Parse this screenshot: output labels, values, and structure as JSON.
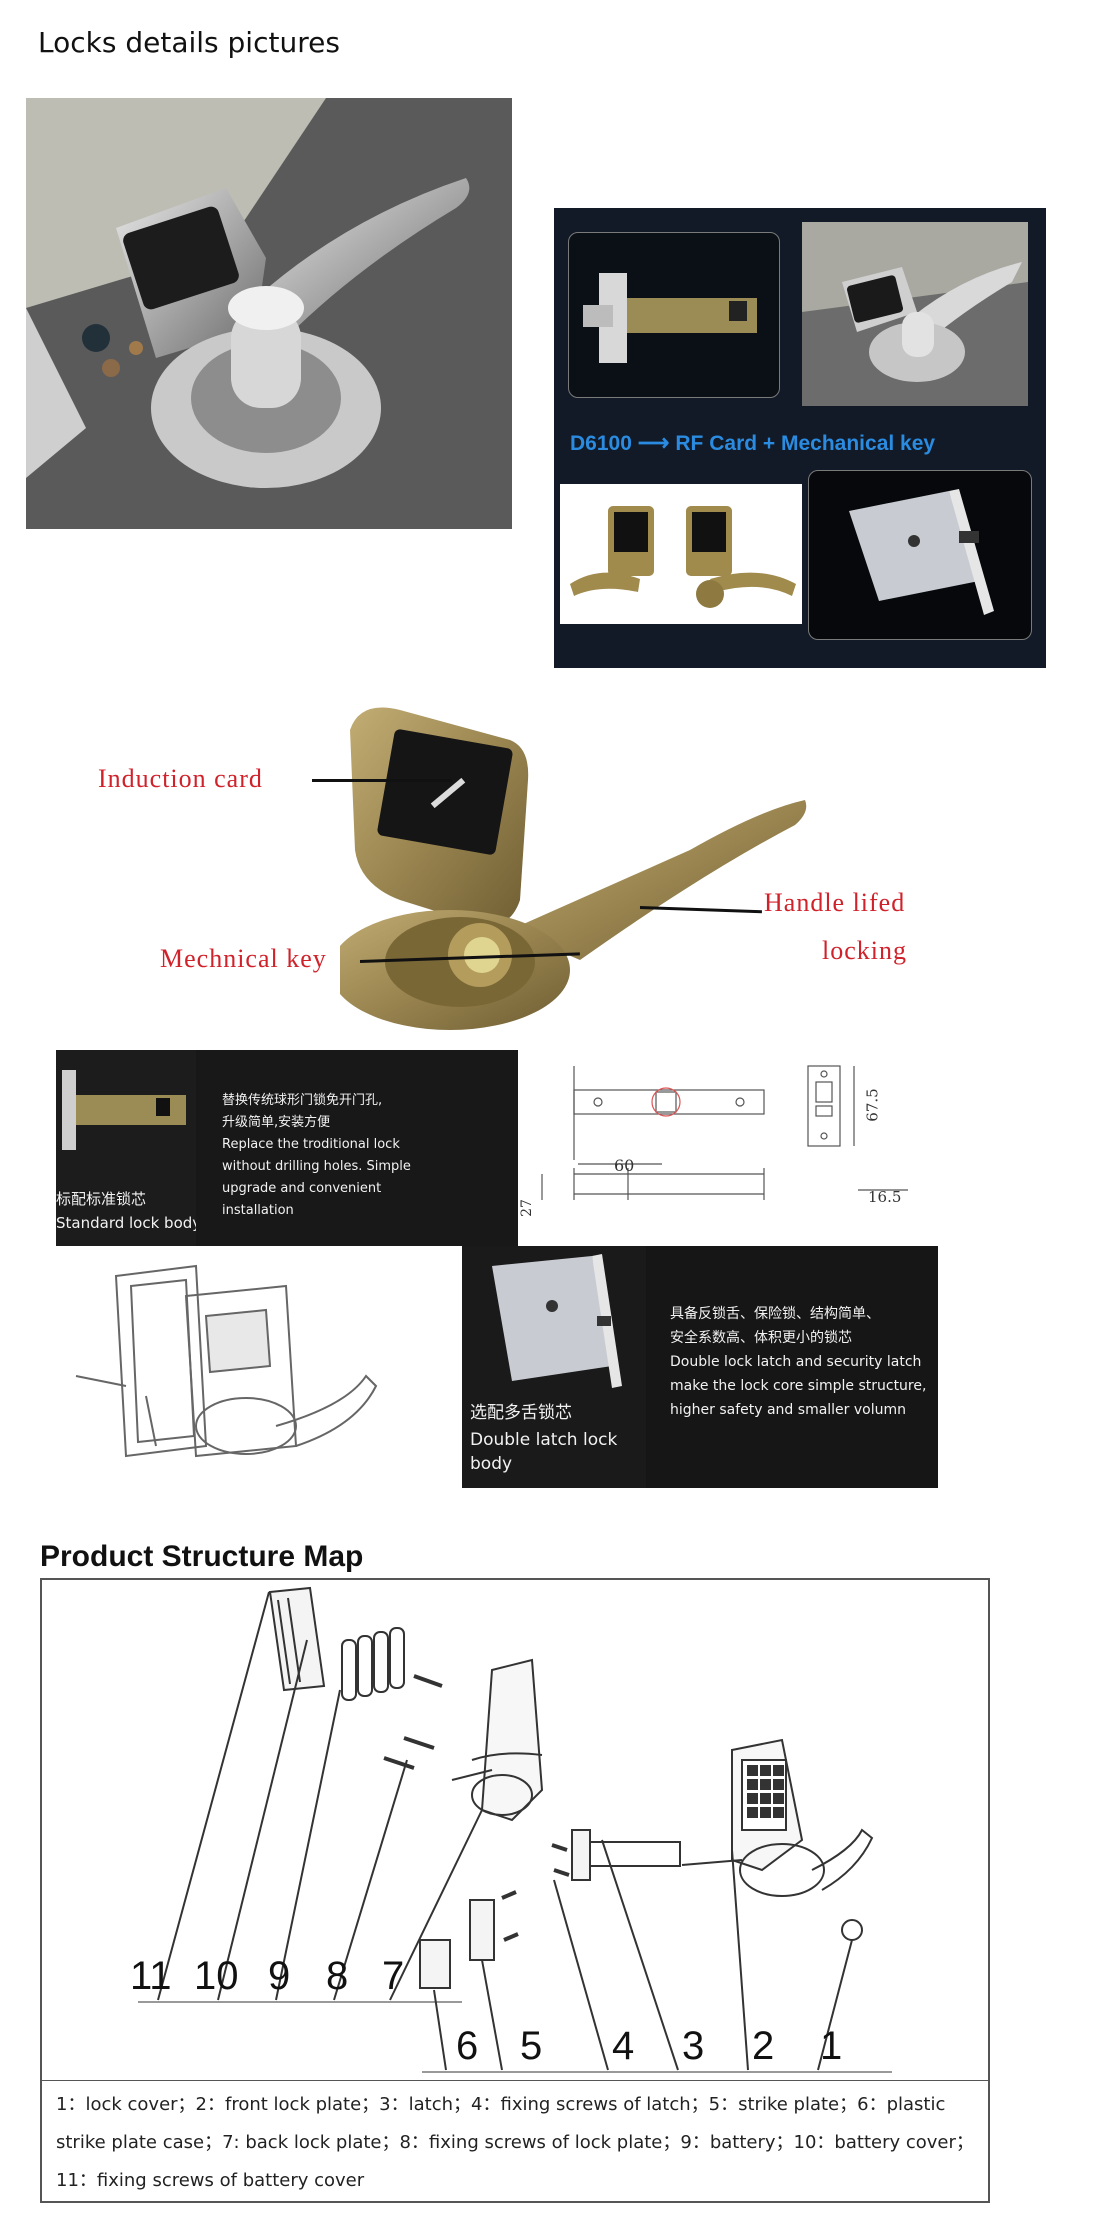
{
  "page": {
    "heading": "Locks details pictures"
  },
  "rf_panel": {
    "caption_model": "D6100",
    "caption_rest": "RF Card + Mechanical  key"
  },
  "callouts": {
    "induction": "Induction card",
    "key": "Mechnical key",
    "handle_line1": "Handle lifed",
    "handle_line2": "locking"
  },
  "features": {
    "standard_cn_desc_1": "替换传统球形门锁免开门孔,",
    "standard_cn_desc_2": "升级简单,安装方便",
    "standard_en_desc": "Replace the troditional lock without drilling holes. Simple upgrade and convenient installation",
    "standard_cn_label": "标配标准锁芯",
    "standard_en_label": "Standard lock body",
    "dim_60": "60",
    "dim_675": "67.5",
    "dim_165": "16.5",
    "dim_27": "27",
    "double_cn_label": "选配多舌锁芯",
    "double_en_label": "Double latch lock body",
    "double_cn_desc_1": "具备反锁舌、保险锁、结构简单、",
    "double_cn_desc_2": "安全系数高、体积更小的锁芯",
    "double_en_desc": "Double lock latch and security latch make the lock core simple structure, higher safety and smaller volumn"
  },
  "structure": {
    "title": "Product Structure Map",
    "numbers": [
      "11",
      "10",
      "9",
      "8",
      "7",
      "6",
      "5",
      "4",
      "3",
      "2",
      "1"
    ],
    "legend_line1": "1：lock cover；2：front lock plate；3：latch；4：fixing screws of latch；5：strike plate；6：plastic",
    "legend_line2": "strike plate case；7: back lock plate；8：fixing screws of lock plate；9：battery；10：battery cover；",
    "legend_line3": "11：fixing screws of battery cover"
  },
  "colors": {
    "callout_red": "#d0222b",
    "caption_blue": "#2a8be0",
    "dark_panel": "#111a26"
  }
}
